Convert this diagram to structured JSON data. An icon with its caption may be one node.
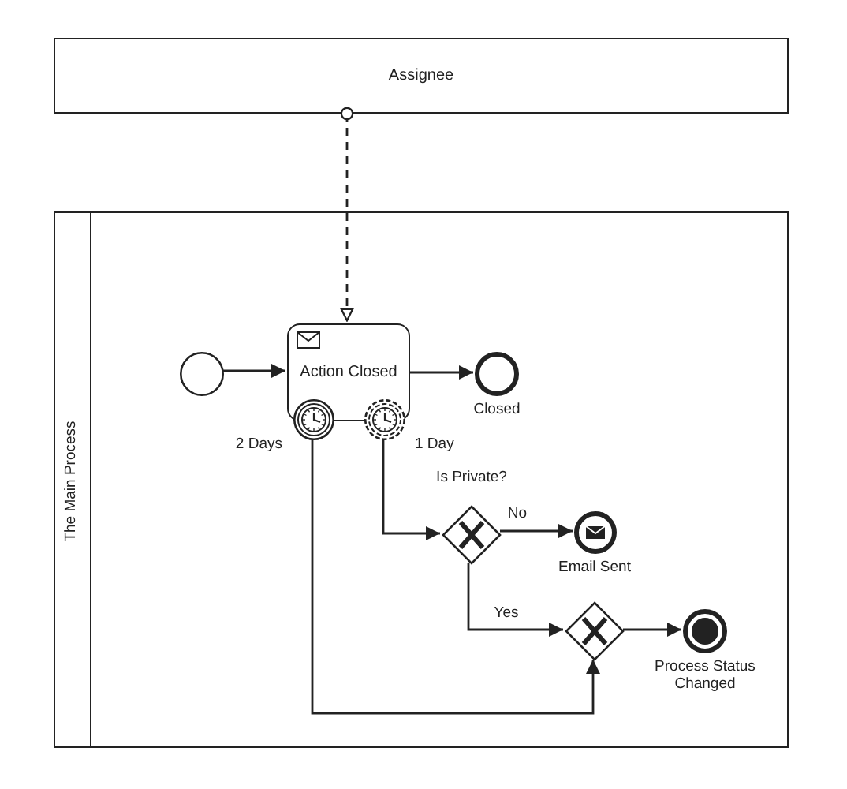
{
  "diagram": {
    "nodes": [
      {
        "text": [
          "Assignee"
        ]
      },
      {
        "text": [
          "The Main Process"
        ]
      },
      {
        "text": [],
        "shape": "circle",
        "in": 1
      },
      {
        "text": [
          "Action Closed"
        ],
        "in": 1
      },
      {
        "text": [],
        "shape": "circle",
        "in": 1,
        "beside": [
          "2 Days"
        ]
      },
      {
        "text": [],
        "shape": "circle",
        "in": 1,
        "beside": [
          "1 Day"
        ]
      },
      {
        "text": [],
        "shape": "circle",
        "in": 1,
        "beside": [
          "Closed"
        ]
      },
      {
        "text": [],
        "shape": "diamond",
        "in": 1,
        "beside": [
          "Is Private?"
        ]
      },
      {
        "text": [],
        "shape": "circle",
        "in": 1,
        "beside": [
          "Email Sent"
        ]
      },
      {
        "text": [],
        "shape": "diamond",
        "in": 1
      },
      {
        "text": [],
        "shape": "circle",
        "in": 1,
        "beside": [
          "Process Status Changed"
        ]
      }
    ],
    "edges": [
      {
        "from": 0,
        "to": 3,
        "arrow": "to",
        "style": "dashed"
      },
      {
        "from": 2,
        "to": 3,
        "arrow": "to"
      },
      {
        "from": 3,
        "to": 6,
        "arrow": "to"
      },
      {
        "from": 5,
        "to": 7,
        "arrow": "to"
      },
      {
        "from": 7,
        "to": 8,
        "arrow": "to",
        "label": "No"
      },
      {
        "from": 7,
        "to": 9,
        "arrow": "to",
        "label": "Yes"
      },
      {
        "from": 9,
        "to": 10,
        "arrow": "to"
      },
      {
        "from": 4,
        "to": 9,
        "arrow": "to"
      }
    ]
  }
}
